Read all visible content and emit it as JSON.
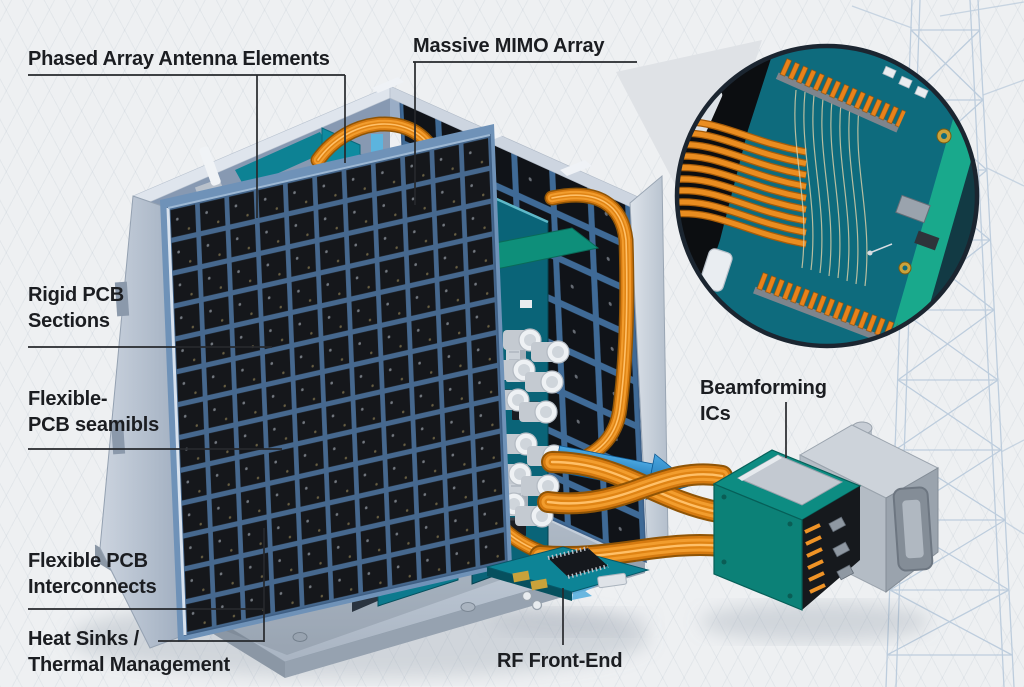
{
  "callouts": {
    "phased_array": {
      "label": "Phased Array Antenna Elements"
    },
    "massive_mimo": {
      "label": "Massive MIMO Array"
    },
    "rigid_pcb": {
      "line1": "Rigid PCB",
      "line2": "Sections"
    },
    "flexible_pcb_assemblies": {
      "line1": "Flexible-",
      "line2": "PCB seamibls"
    },
    "flexible_pcb_interconnects": {
      "line1": "Flexible PCB",
      "line2": "Interconnects"
    },
    "heat_sinks": {
      "line1": "Heat Sinks /",
      "line2": "Thermal Management"
    },
    "rf_front_end": {
      "label": "RF Front-End"
    },
    "beamforming_ics": {
      "line1": "Beamforming",
      "line2": "ICs"
    }
  },
  "icons": {
    "flow_arrow": "right-arrow",
    "airflow_arrow": "down-arrow",
    "detail_inset": "magnified-detail-circle"
  },
  "colors": {
    "background": "#eef0f2",
    "label_text": "#1b1d21",
    "leader_line": "#26282c",
    "pcb_teal": "#0c7a8e",
    "module_teal": "#0d8c82",
    "flex_orange": "#ea8d20",
    "arrow_blue": "#1d7fc0",
    "enclosure_gray": "#c3ccd8",
    "antenna_dark": "#15171b",
    "antenna_grid_blue": "#46688e",
    "inset_border": "#1b2530",
    "tower_blue": "#b5c7da"
  }
}
